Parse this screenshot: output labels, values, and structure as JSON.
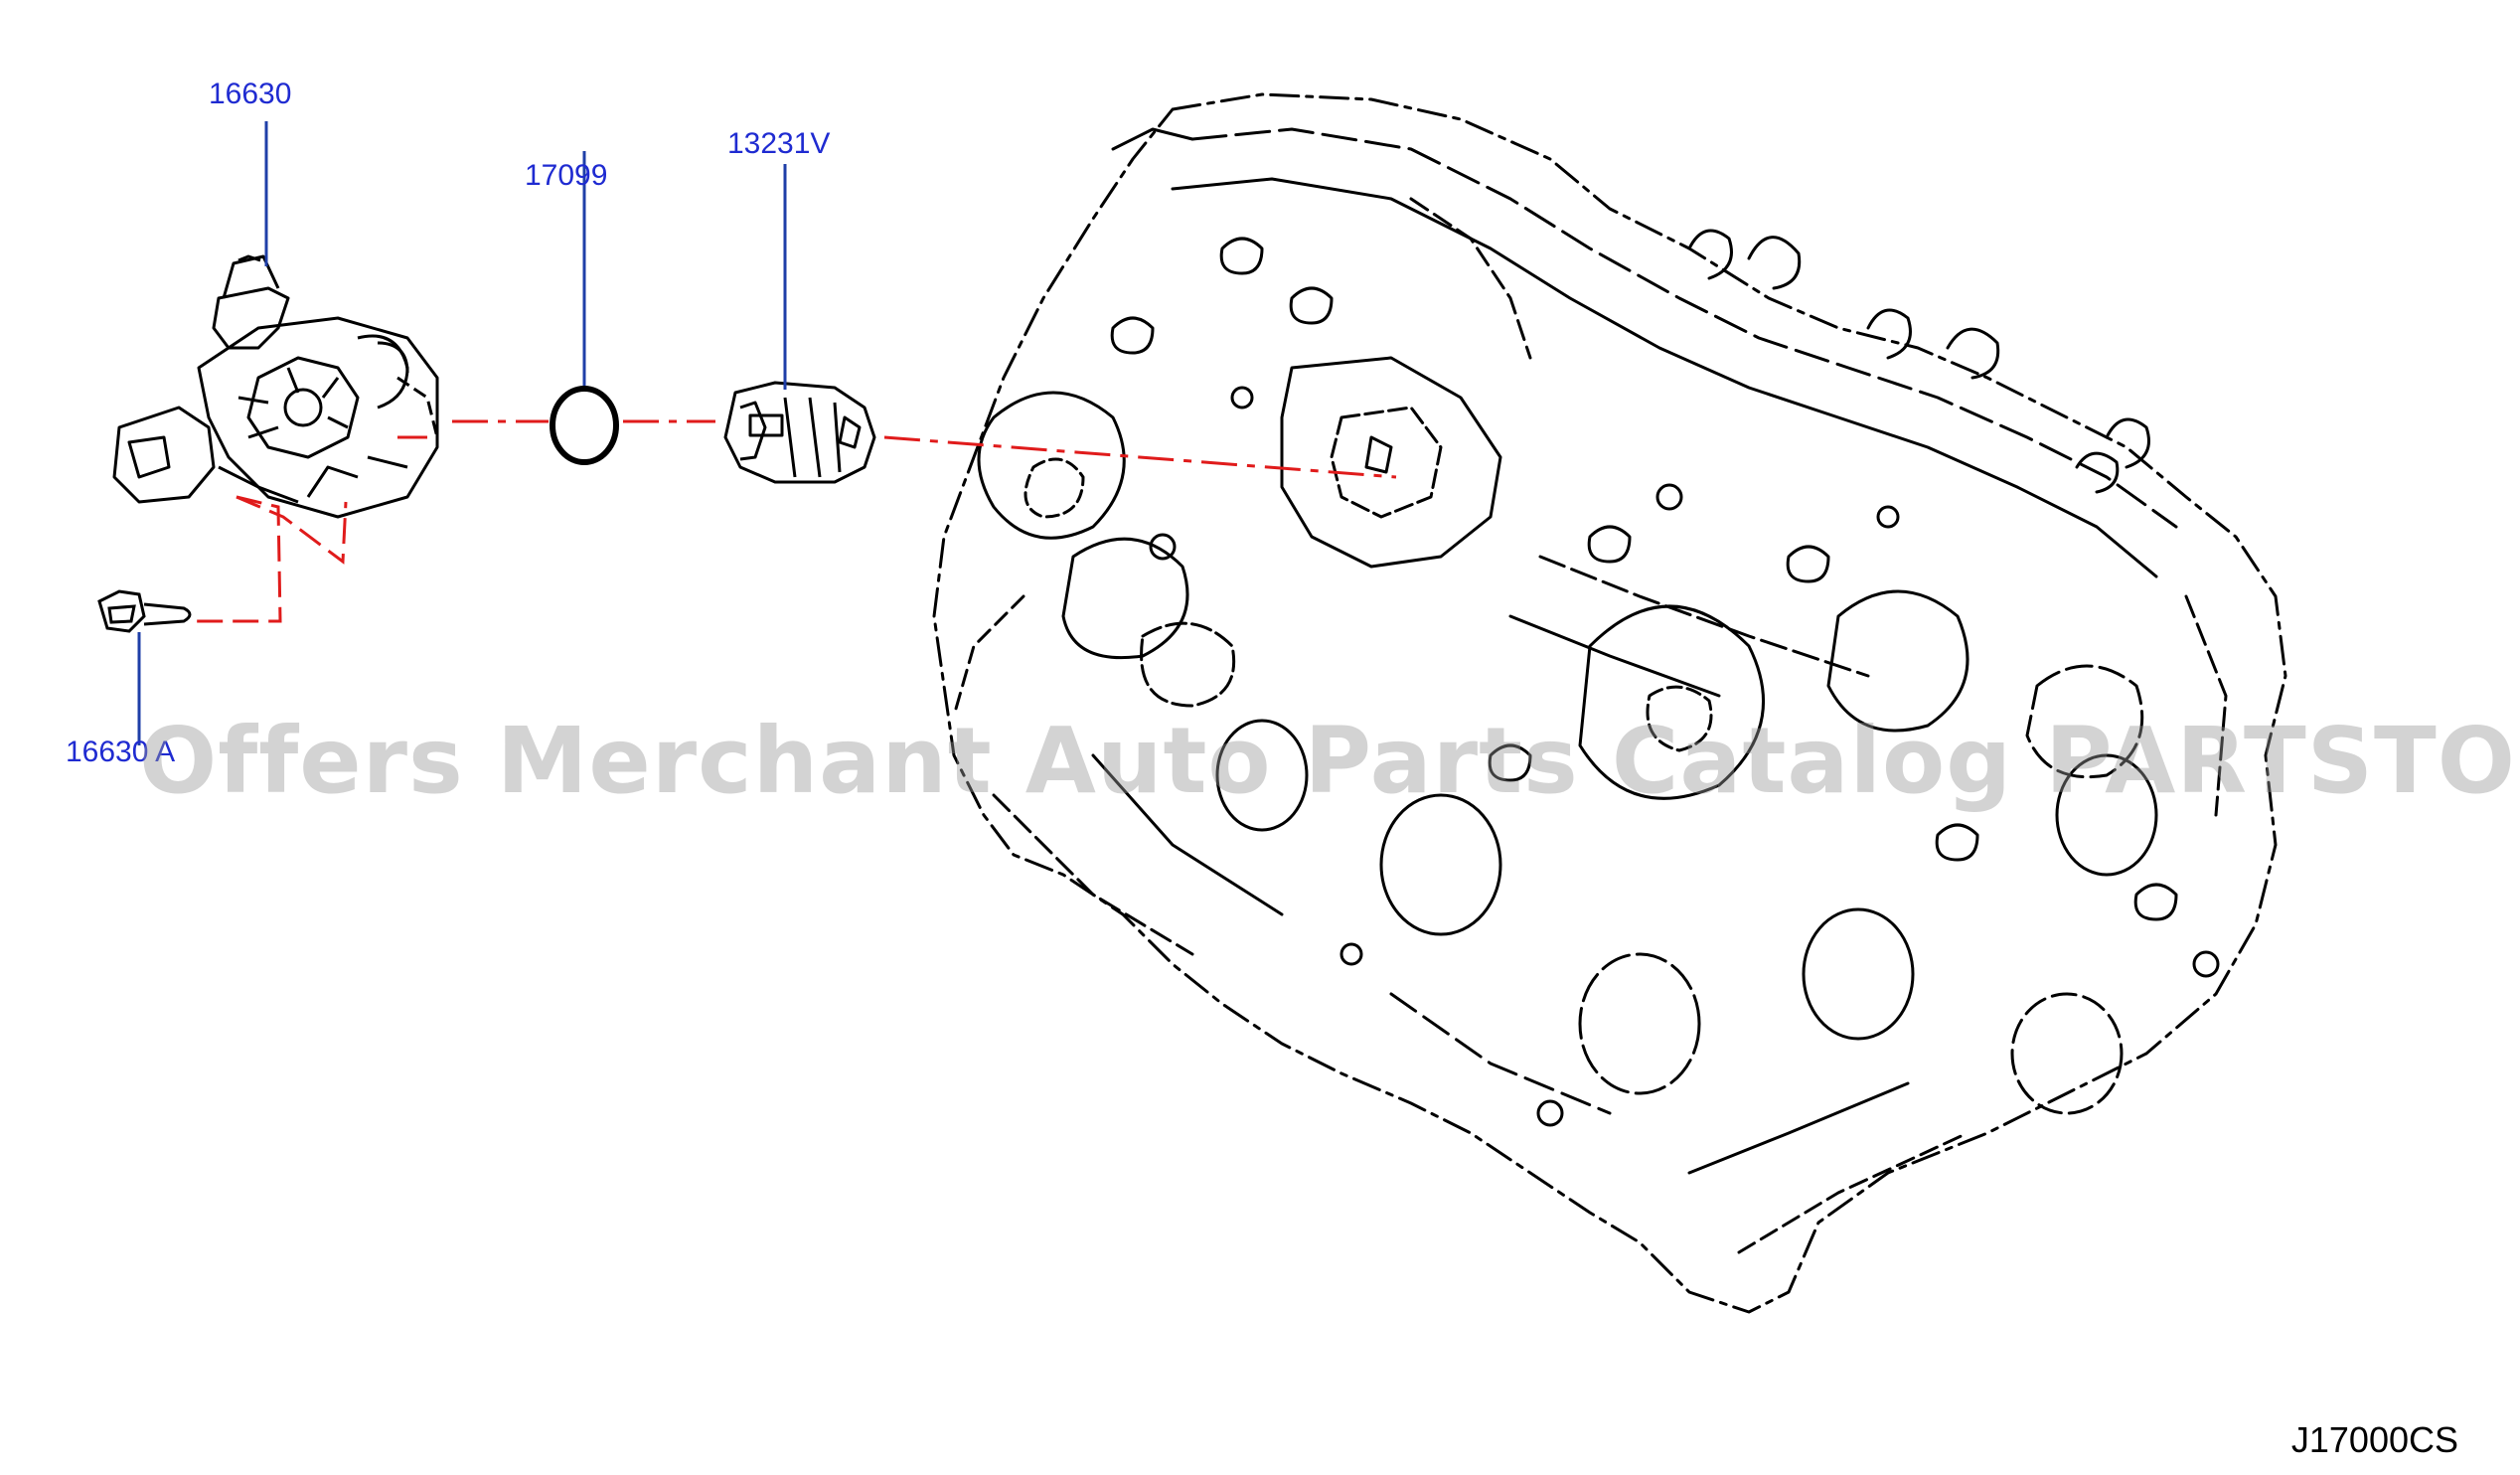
{
  "callouts": {
    "part_16630": "16630",
    "part_17099": "17099",
    "part_13231v": "13231V",
    "part_16630a": "16630 A"
  },
  "watermark": "Offers Merchant Auto Parts Catalog PARTSTORE.SA",
  "diagram_code": "J17000CS",
  "colors": {
    "callout": "#1f2bd1",
    "leader": "#1f3fa8",
    "assembly_line": "#e01b1b",
    "drawing": "#000000"
  }
}
